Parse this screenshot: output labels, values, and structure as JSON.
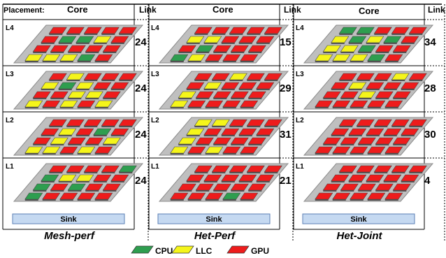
{
  "header": {
    "placement_label": "Placement:",
    "core_label": "Core",
    "link_label": "Link"
  },
  "layers": [
    "L4",
    "L3",
    "L2",
    "L1"
  ],
  "sink_label": "Sink",
  "legend": [
    {
      "key": "C",
      "label": "CPU",
      "color": "#2e9e4f"
    },
    {
      "key": "L",
      "label": "LLC",
      "color": "#f5f51a"
    },
    {
      "key": "G",
      "label": "GPU",
      "color": "#ee1c1c"
    }
  ],
  "placements": [
    {
      "name": "Mesh-perf",
      "layers": [
        {
          "layer": "L4",
          "link": "24",
          "grid": [
            "GGGGG",
            "GCCLG",
            "GGGGG",
            "LLLCG"
          ]
        },
        {
          "layer": "L3",
          "link": "24",
          "grid": [
            "GLGGG",
            "LCLGG",
            "GGLLG",
            "LGLGL"
          ]
        },
        {
          "layer": "L2",
          "link": "24",
          "grid": [
            "GGGGG",
            "GLGCG",
            "GLGGL",
            "LLGLG"
          ]
        },
        {
          "layer": "L1",
          "link": "24",
          "grid": [
            "GGGGC",
            "CLLGG",
            "CGCGG",
            "CGGGG"
          ]
        }
      ]
    },
    {
      "name": "Het-Perf",
      "layers": [
        {
          "layer": "L4",
          "link": "15",
          "grid": [
            "GGGGG",
            "LLGGG",
            "GCGGG",
            "CLGGG"
          ]
        },
        {
          "layer": "L3",
          "link": "29",
          "grid": [
            "GGLGG",
            "GLGGG",
            "LGGGG",
            "LGGGG"
          ]
        },
        {
          "layer": "L2",
          "link": "31",
          "grid": [
            "LLGGG",
            "LGGGG",
            "LGGGG",
            "LGLGG"
          ]
        },
        {
          "layer": "L1",
          "link": "21",
          "grid": [
            "GGGGG",
            "GGGGG",
            "GGGGG",
            "GGGCG"
          ]
        }
      ]
    },
    {
      "name": "Het-Joint",
      "layers": [
        {
          "layer": "L4",
          "link": "34",
          "grid": [
            "CCGGG",
            "LCLCG",
            "LLCGG",
            "LLLCG"
          ]
        },
        {
          "layer": "L3",
          "link": "28",
          "grid": [
            "GGGLG",
            "GLGGG",
            "GGLGG",
            "GGGGG"
          ]
        },
        {
          "layer": "L2",
          "link": "30",
          "grid": [
            "GGGGG",
            "GGGGG",
            "GGGGG",
            "GGGGG"
          ]
        },
        {
          "layer": "L1",
          "link": "4",
          "grid": [
            "GGGGG",
            "GGGGG",
            "GGGGG",
            "GGGGG"
          ]
        }
      ]
    }
  ]
}
